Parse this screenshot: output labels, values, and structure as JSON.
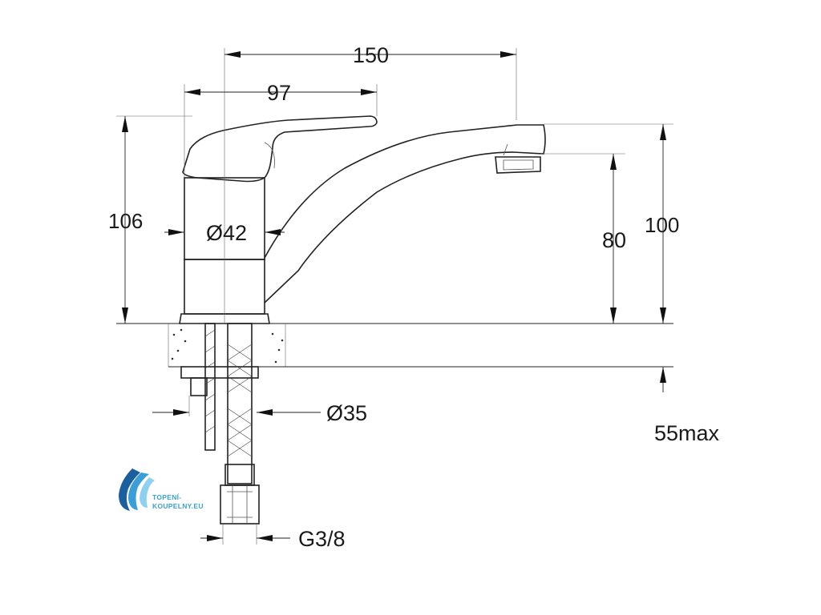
{
  "dimensions": {
    "total_reach": "150",
    "handle_reach": "97",
    "body_height": "106",
    "body_diameter": "Ø42",
    "spout_clearance": "80",
    "spout_height": "100",
    "mounting_diameter": "Ø35",
    "max_counter_thickness": "55max",
    "connection_thread": "G3/8"
  },
  "logo": {
    "line1": "TOPENÍ-",
    "line2": "KOUPELNY.EU",
    "colors": {
      "primary": "#3a9fd8",
      "secondary": "#1c5f9e",
      "light": "#8fd0f0"
    }
  }
}
